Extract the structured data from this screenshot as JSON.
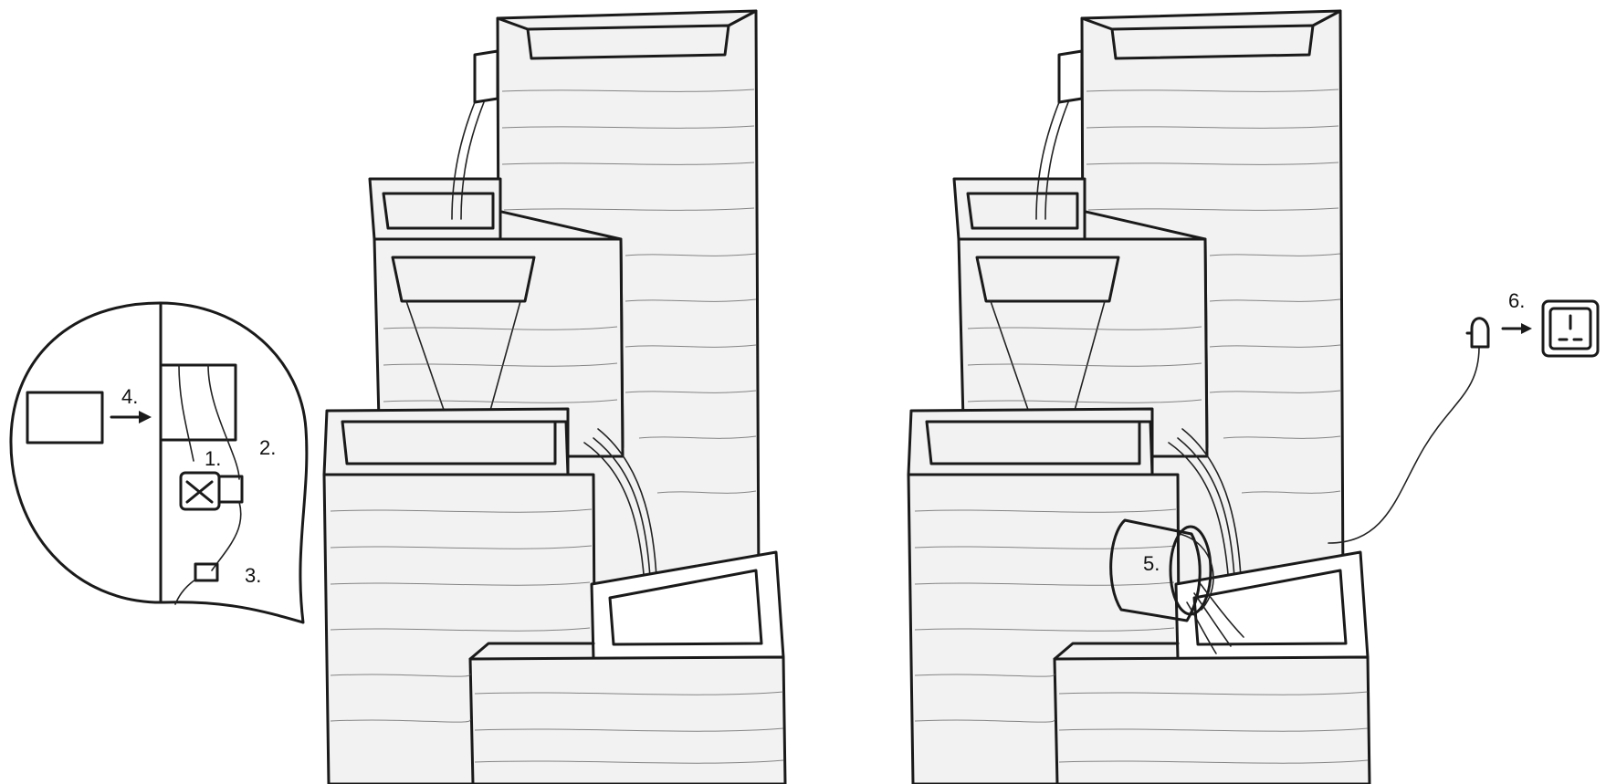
{
  "steps": {
    "s1": "1.",
    "s2": "2.",
    "s3": "3.",
    "s4": "4.",
    "s5": "5.",
    "s6": "6."
  },
  "icons": [
    "pump-icon",
    "hose-icon",
    "cover-panel-icon",
    "bucket-icon",
    "plug-icon",
    "socket-icon",
    "arrow-right-icon"
  ]
}
